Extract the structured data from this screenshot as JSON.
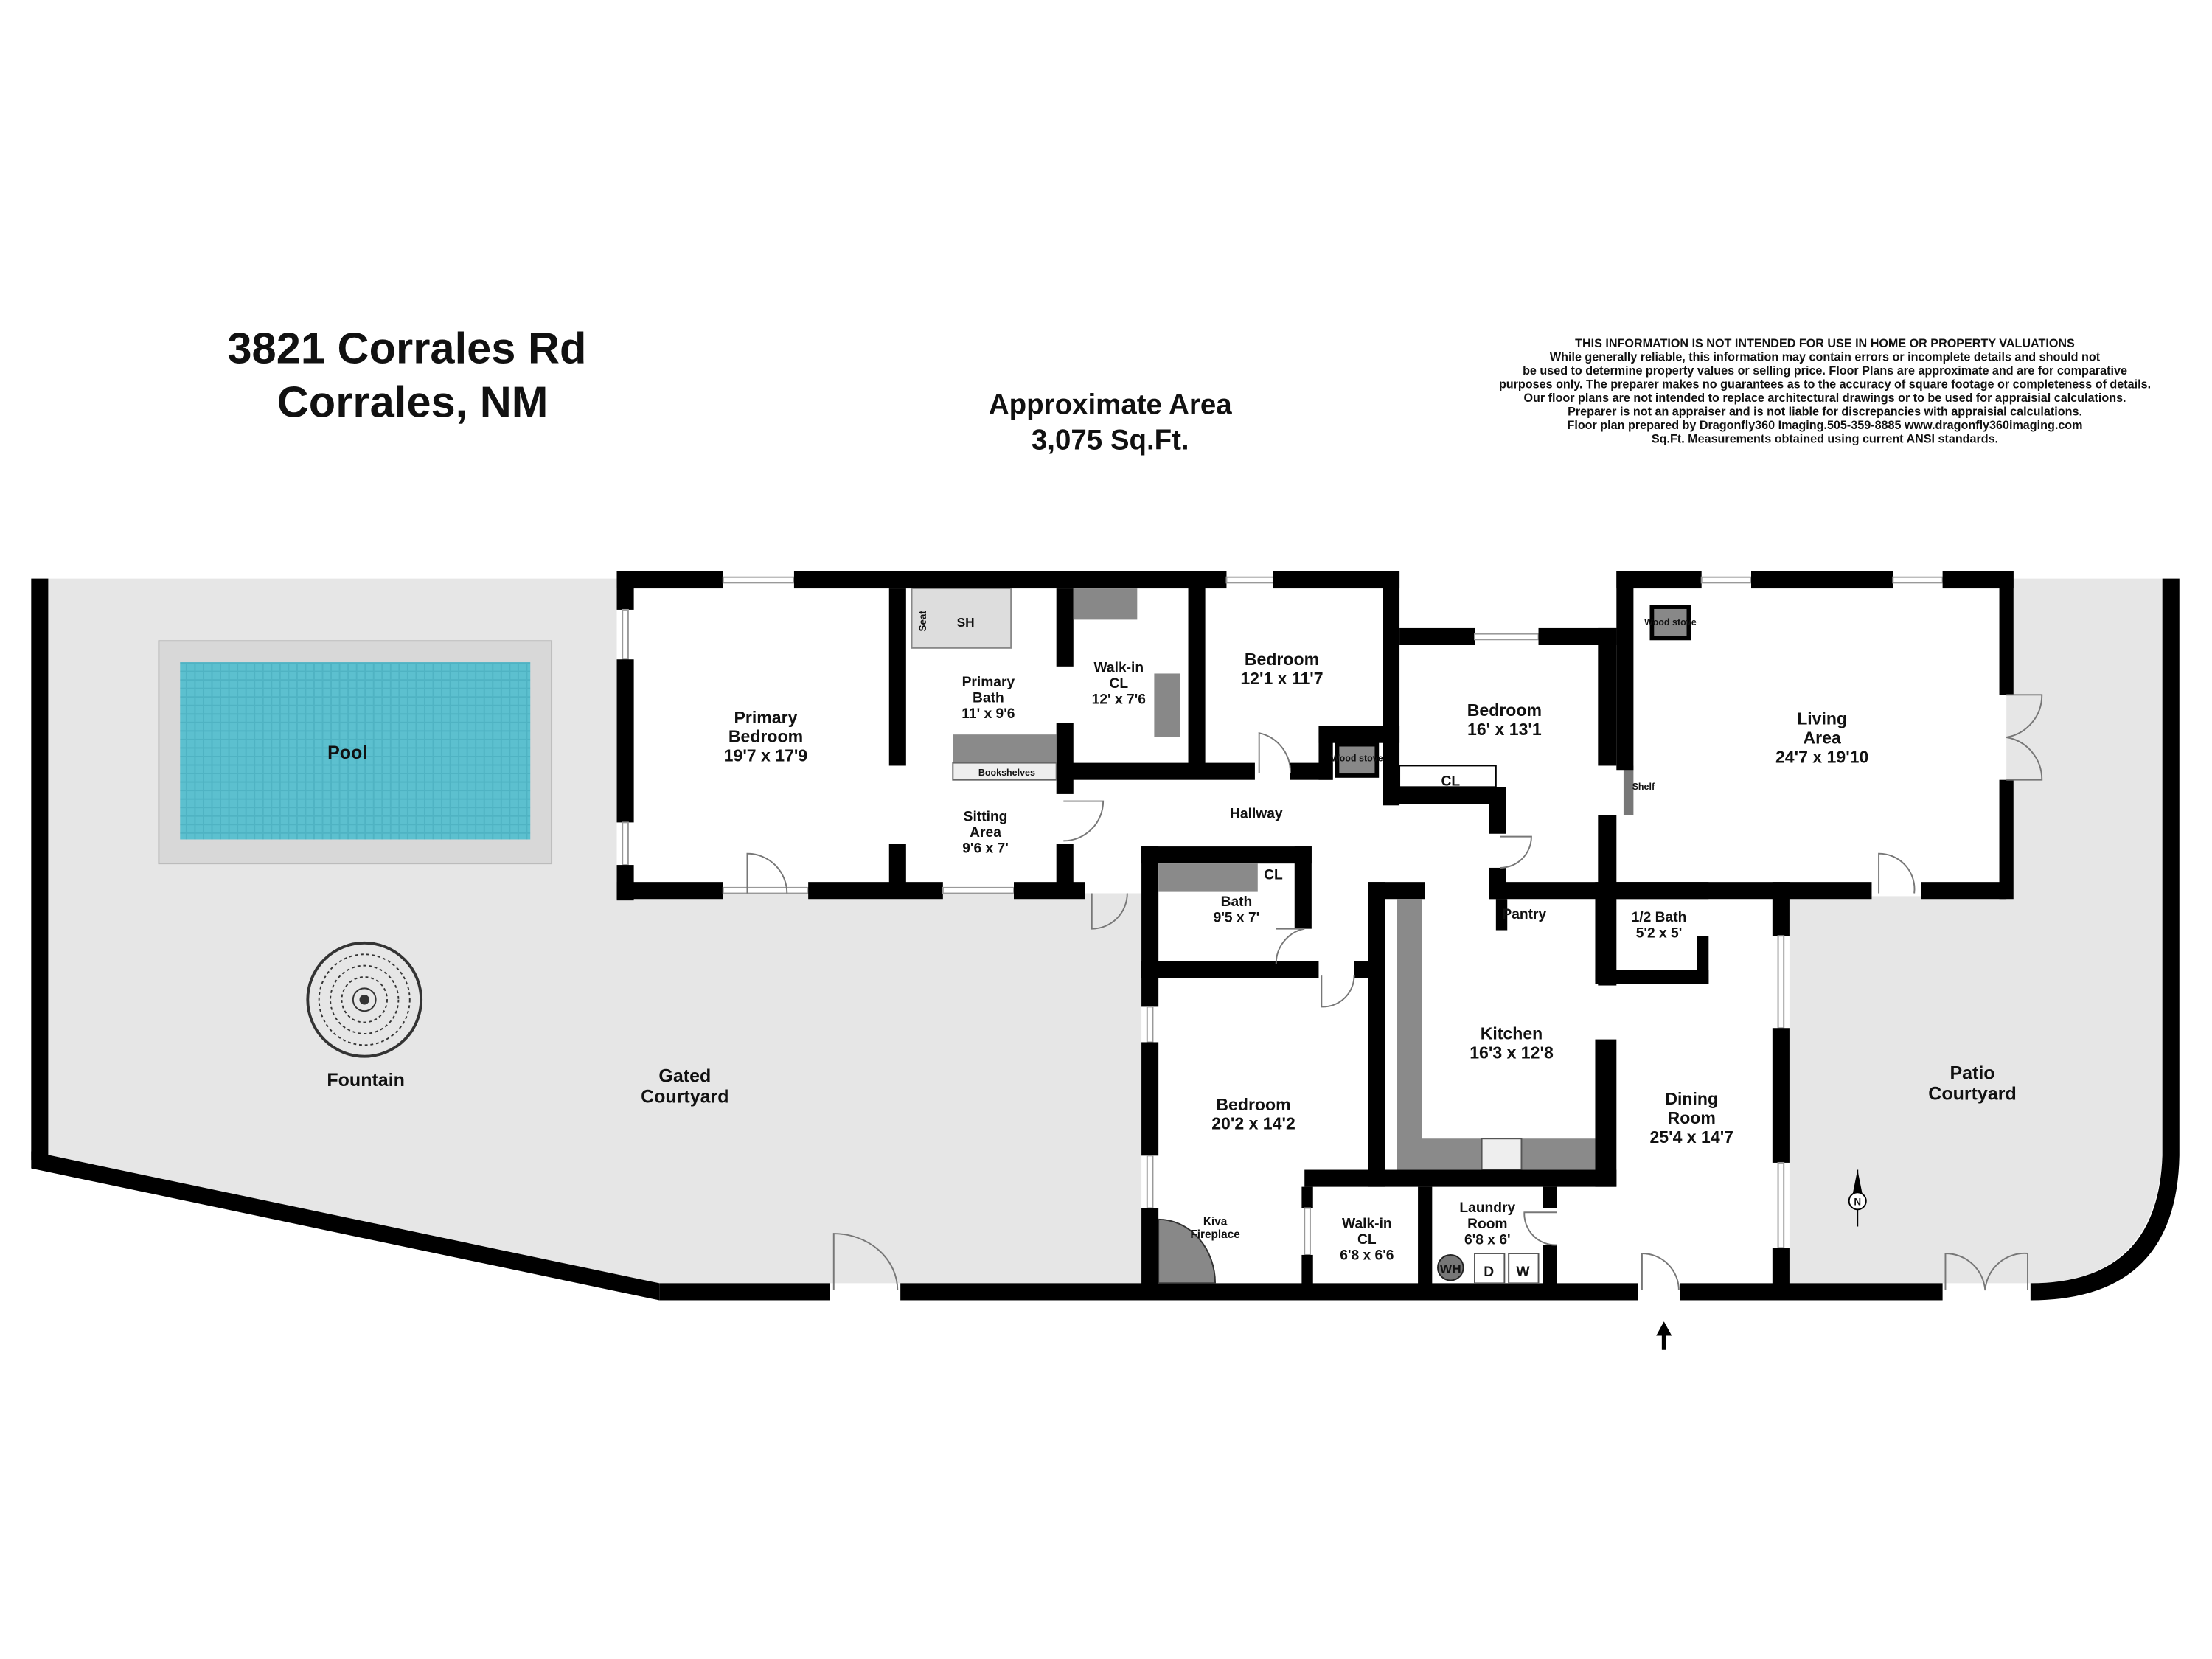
{
  "header": {
    "address_line1": "3821 Corrales Rd",
    "address_line2": "Corrales, NM",
    "area_title": "Approximate Area",
    "area_value": "3,075 Sq.Ft."
  },
  "disclaimer": [
    "THIS INFORMATION IS NOT INTENDED FOR USE IN HOME OR PROPERTY VALUATIONS",
    "While generally reliable, this information may contain errors or incomplete details and should not",
    "be used to determine property values or selling price. Floor Plans are approximate and are for comparative",
    "purposes only. The preparer makes no guarantees as to the accuracy of square footage or completeness of details.",
    "Our floor plans are not intended to replace architectural drawings or to be used for appraisial calculations.",
    "Preparer is not an appraiser and is not liable for discrepancies with appraisial calculations.",
    "Floor plan prepared by Dragonfly360 Imaging.505-359-8885  www.dragonfly360imaging.com",
    "Sq.Ft. Measurements obtained using current ANSI standards."
  ],
  "rooms": [
    {
      "id": "pool",
      "lines": [
        "Pool"
      ]
    },
    {
      "id": "primary-bedroom",
      "lines": [
        "Primary",
        "Bedroom",
        "19'7 x 17'9"
      ]
    },
    {
      "id": "primary-bath",
      "lines": [
        "Primary",
        "Bath",
        "11' x 9'6"
      ]
    },
    {
      "id": "walk-in-closet-primary",
      "lines": [
        "Walk-in",
        "CL",
        "12' x 7'6"
      ]
    },
    {
      "id": "bedroom-2",
      "lines": [
        "Bedroom",
        "12'1 x 11'7"
      ]
    },
    {
      "id": "bedroom-3",
      "lines": [
        "Bedroom",
        "16' x 13'1"
      ]
    },
    {
      "id": "living-area",
      "lines": [
        "Living",
        "Area",
        "24'7 x 19'10"
      ]
    },
    {
      "id": "sitting-area",
      "lines": [
        "Sitting",
        "Area",
        "9'6 x 7'"
      ]
    },
    {
      "id": "hallway",
      "lines": [
        "Hallway"
      ]
    },
    {
      "id": "bath",
      "lines": [
        "Bath",
        "9'5 x 7'"
      ]
    },
    {
      "id": "pantry",
      "lines": [
        "Pantry"
      ]
    },
    {
      "id": "half-bath",
      "lines": [
        "1/2 Bath",
        "5'2 x 5'"
      ]
    },
    {
      "id": "kitchen",
      "lines": [
        "Kitchen",
        "16'3 x 12'8"
      ]
    },
    {
      "id": "dining-room",
      "lines": [
        "Dining",
        "Room",
        "25'4 x 14'7"
      ]
    },
    {
      "id": "bedroom-4",
      "lines": [
        "Bedroom",
        "20'2 x 14'2"
      ]
    },
    {
      "id": "patio-courtyard",
      "lines": [
        "Patio",
        "Courtyard"
      ]
    },
    {
      "id": "gated-courtyard",
      "lines": [
        "Gated",
        "Courtyard"
      ]
    },
    {
      "id": "fountain",
      "lines": [
        "Fountain"
      ]
    },
    {
      "id": "kiva-fireplace",
      "lines": [
        "Kiva",
        "Fireplace"
      ]
    },
    {
      "id": "walk-in-closet-2",
      "lines": [
        "Walk-in",
        "CL",
        "6'8 x 6'6"
      ]
    },
    {
      "id": "laundry-room",
      "lines": [
        "Laundry",
        "Room",
        "6'8 x 6'"
      ]
    }
  ],
  "fixtures": [
    {
      "id": "shower",
      "text": "SH"
    },
    {
      "id": "seat",
      "text": "Seat"
    },
    {
      "id": "bookshelves",
      "text": "Bookshelves"
    },
    {
      "id": "wood-stove-living",
      "text": "Wood stove"
    },
    {
      "id": "wood-stove-hall",
      "text": "Wood stove"
    },
    {
      "id": "closet-bedroom-3",
      "text": "CL"
    },
    {
      "id": "closet-bath",
      "text": "CL"
    },
    {
      "id": "shelf",
      "text": "Shelf"
    },
    {
      "id": "water-heater",
      "text": "WH"
    },
    {
      "id": "dryer",
      "text": "D"
    },
    {
      "id": "washer",
      "text": "W"
    }
  ],
  "compass": {
    "label": "N"
  },
  "colors": {
    "wall": "#000000",
    "courtyard": "#e6e6e6",
    "pool": "#4fb3c3",
    "cabinet": "#8a8a8a"
  }
}
